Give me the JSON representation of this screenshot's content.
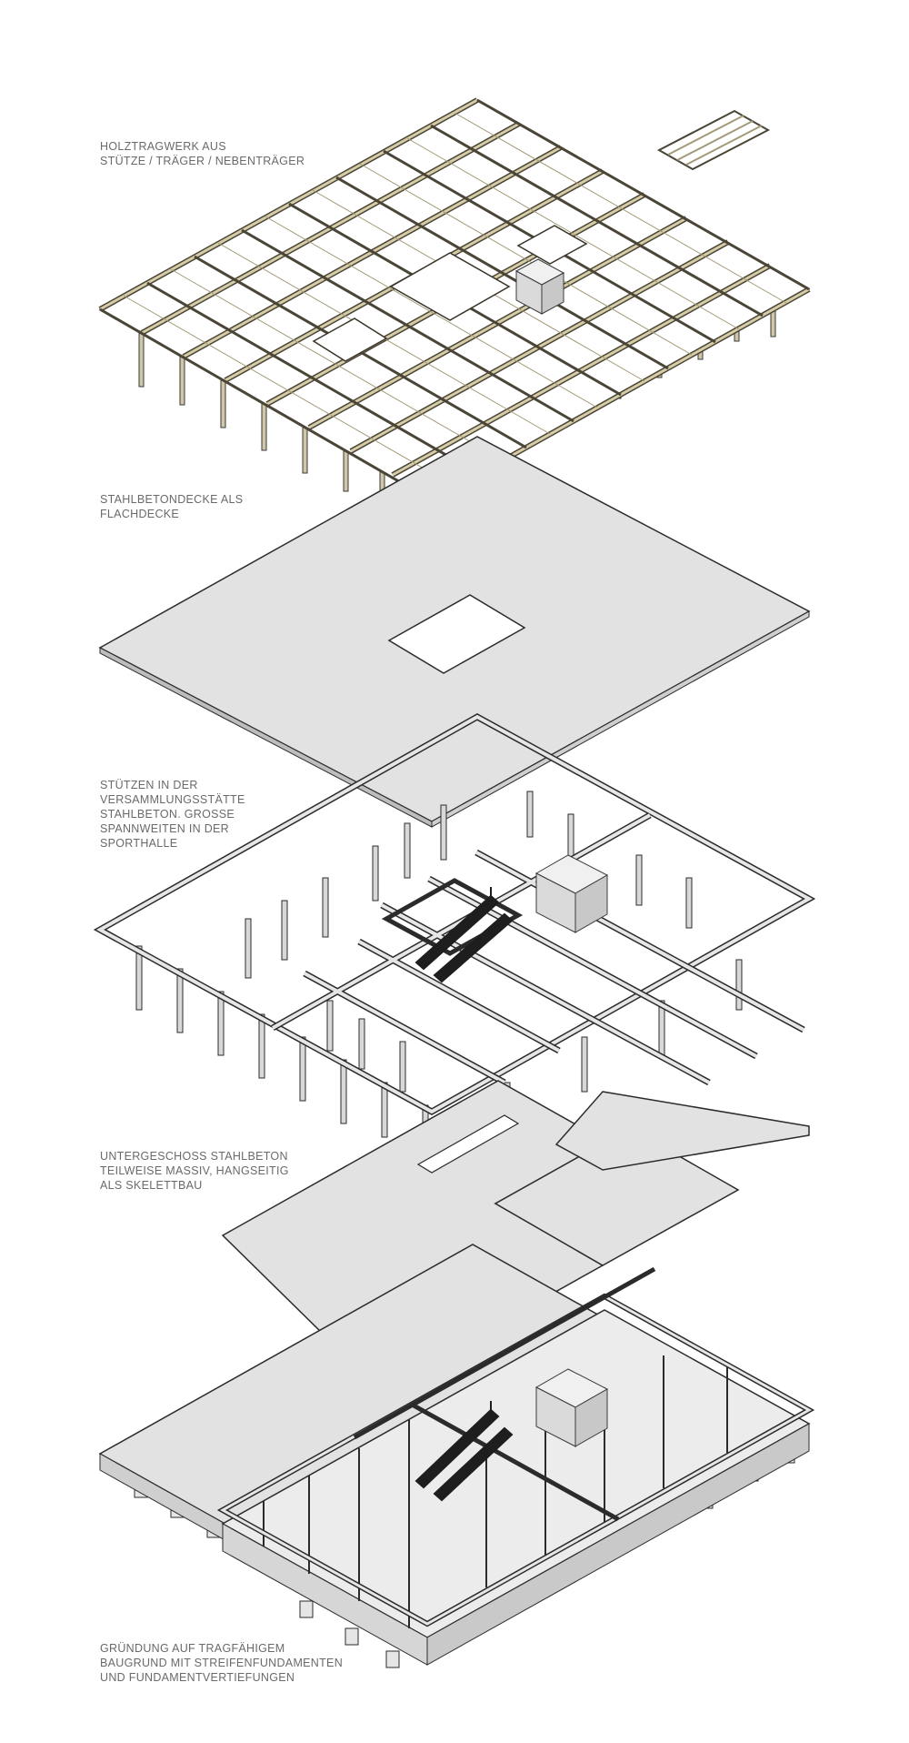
{
  "labels": {
    "timber": [
      "HOLZTRAGWERK AUS",
      "STÜTZE / TRÄGER / NEBENTRÄGER"
    ],
    "slab": [
      "STAHLBETONDECKE ALS",
      "FLACHDECKE"
    ],
    "columns": [
      "STÜTZEN IN DER",
      "VERSAMMLUNGSSTÄTTE",
      "STAHLBETON. GROSSE",
      "SPANNWEITEN IN DER",
      "SPORTHALLE"
    ],
    "basement": [
      "UNTERGESCHOSS STAHLBETON",
      "TEILWEISE MASSIV, HANGSEITIG",
      "ALS SKELETTBAU"
    ],
    "foundation": [
      "GRÜNDUNG AUF TRAGFÄHIGEM",
      "BAUGRUND MIT STREIFENFUNDAMENTEN",
      "UND FUNDAMENTVERTIEFUNGEN"
    ]
  },
  "colors": {
    "timber": "#b8ad8a",
    "timber_edge": "#4a4536",
    "concrete": "#e2e2e2",
    "concrete_edge": "#2b2b2b",
    "column": "#d8d8d8",
    "stair": "#1e1e1e"
  }
}
